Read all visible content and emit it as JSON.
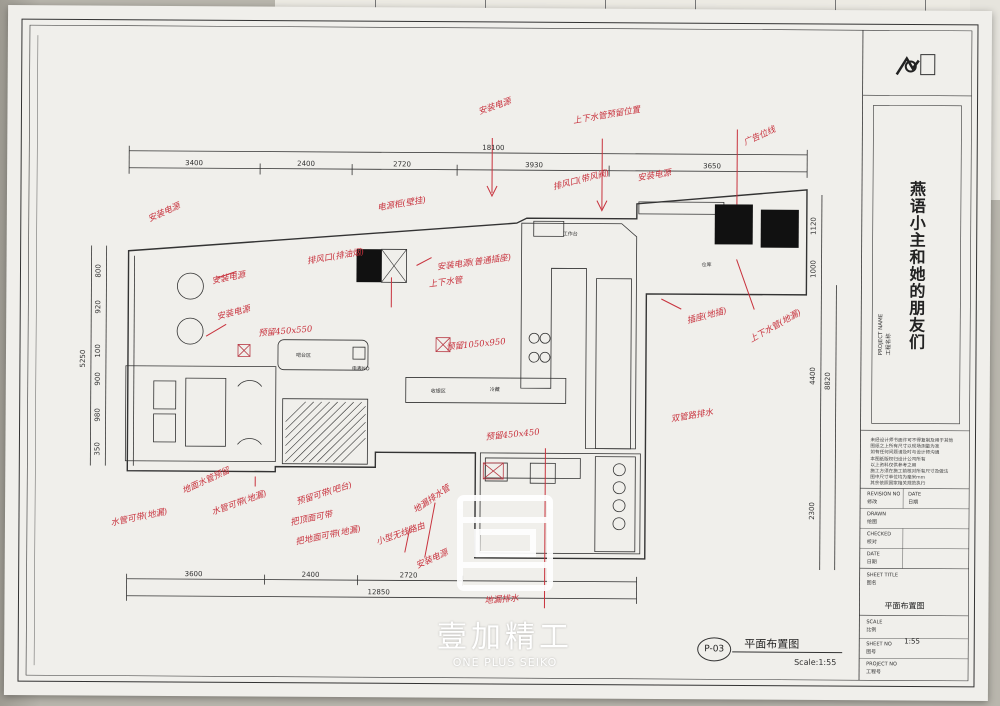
{
  "project_name": "燕语小主和她的朋友们",
  "title_block": {
    "project_name_label": "PROJECT NAME",
    "project_name_label_cn": "工程名称",
    "notes": [
      "未经设计师书面许可不得复制及用于其他",
      "图纸之上所有尺寸以现场测量为准",
      "如有任何问题请及时与设计师沟通",
      "本图纸版权归设计公司所有",
      "以上资料仅供参考之用",
      "施工方须在施工前核对所有尺寸及做法",
      "图中尺寸单位均为毫米mm",
      "其余依照国家相关规范执行"
    ],
    "revision_label": "REVISION NO",
    "revision_label_cn": "修改",
    "revision_val": "",
    "date_label": "DATE",
    "date_label_cn": "日期",
    "drawn_label": "DRAWN",
    "drawn_label_cn": "绘图",
    "checked_label": "CHECKED",
    "checked_label_cn": "校对",
    "date2_label": "DATE",
    "date2_label_cn": "日期",
    "sheet_title_label": "SHEET TITLE",
    "sheet_title_label_cn": "图名",
    "sheet_title_val": "平面布置图",
    "scale_label": "SCALE",
    "scale_label_cn": "比例",
    "scale_val": "1:55",
    "sheet_no_label": "SHEET NO",
    "sheet_no_label_cn": "图号",
    "project_no_label": "PROJECT NO",
    "project_no_label_cn": "工程号"
  },
  "drawing": {
    "sheet_code": "P-03",
    "title": "平面布置图",
    "scale": "Scale:1:55"
  },
  "dimensions": {
    "top_total": "18100",
    "top": [
      "3400",
      "2400",
      "2720",
      "3930",
      "3650"
    ],
    "bottom_total": "12850",
    "bottom": [
      "3600",
      "2400",
      "2720"
    ],
    "left": [
      "800",
      "920",
      "5250",
      "100",
      "900",
      "980",
      "350"
    ],
    "right": [
      "1120",
      "1000",
      "4400",
      "8820",
      "2300"
    ]
  },
  "room_labels": {
    "bar": "吧台区",
    "checkout": "收银区",
    "storage": "仓库",
    "electric": "电表NO",
    "cold": "冷藏",
    "misc": "工作台"
  },
  "handwritten": [
    "安装电源",
    "上下水管预留位置",
    "安装电源",
    "广告位线",
    "电源柜(壁挂)",
    "安装电源",
    "排风口(排油烟)",
    "安装电源(普通插座)",
    "排风口(带风阀)",
    "安装电源",
    "上下水管",
    "安装电源",
    "上下水管(地漏)",
    "插座(地插)",
    "预留450x550",
    "地面水管预留",
    "水管可带(地漏)",
    "预留可带(吧台)",
    "把顶面可带",
    "把地面可带(地漏)",
    "小型无线路由",
    "安装电源",
    "双管路排水",
    "地漏排水管",
    "预留450x450",
    "预留1050x950",
    "地漏排水",
    "水管可带(地漏)"
  ],
  "watermark": {
    "cn": "壹加精工",
    "en": "ONE PLUS SEIKO"
  },
  "colors": {
    "ink": "#333333",
    "annotation_red": "#c8323d",
    "paper": "#f0efeb"
  }
}
